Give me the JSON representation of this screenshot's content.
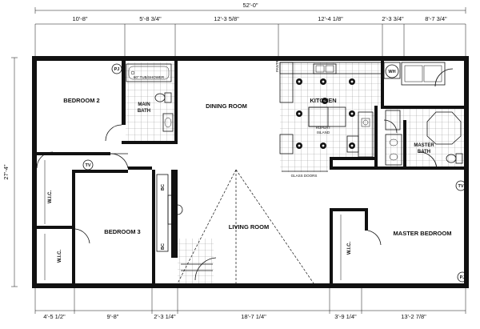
{
  "overall": {
    "width": "52'-0\"",
    "depth": "27'-4\""
  },
  "top_dims": [
    "10'-8\"",
    "5'-8 3/4\"",
    "12'-3 5/8\"",
    "12'-4 1/8\"",
    "2'-3 3/4\"",
    "8'-7 3/4\""
  ],
  "bottom_dims": [
    "4'-5 1/2\"",
    "9'-8\"",
    "2'-3 1/4\"",
    "18'-7 1/4\"",
    "3'-9 1/4\"",
    "13'-2 7/8\""
  ],
  "rooms": {
    "bedroom2": "BEDROOM 2",
    "main_bath_1": "MAIN",
    "main_bath_2": "BATH",
    "dining": "DINING ROOM",
    "kitchen": "KITCHEN",
    "master_bath_1": "MASTER",
    "master_bath_2": "BATH",
    "wic1": "W.I.C.",
    "wic2": "W.I.C.",
    "wic3": "W.I.C.",
    "bedroom3": "BEDROOM 3",
    "living": "LIVING ROOM",
    "master_bedroom": "MASTER BEDROOM"
  },
  "labels": {
    "tub_shower": "60\" TUB/SHOWER",
    "pantry": "PANTRY",
    "rupert_1": "RUPERT",
    "rupert_2": "ISLAND",
    "glass_doors": "GLASS DOORS",
    "wh": "WH",
    "pj": "PJ",
    "tv": "TV",
    "bc": "BC"
  }
}
